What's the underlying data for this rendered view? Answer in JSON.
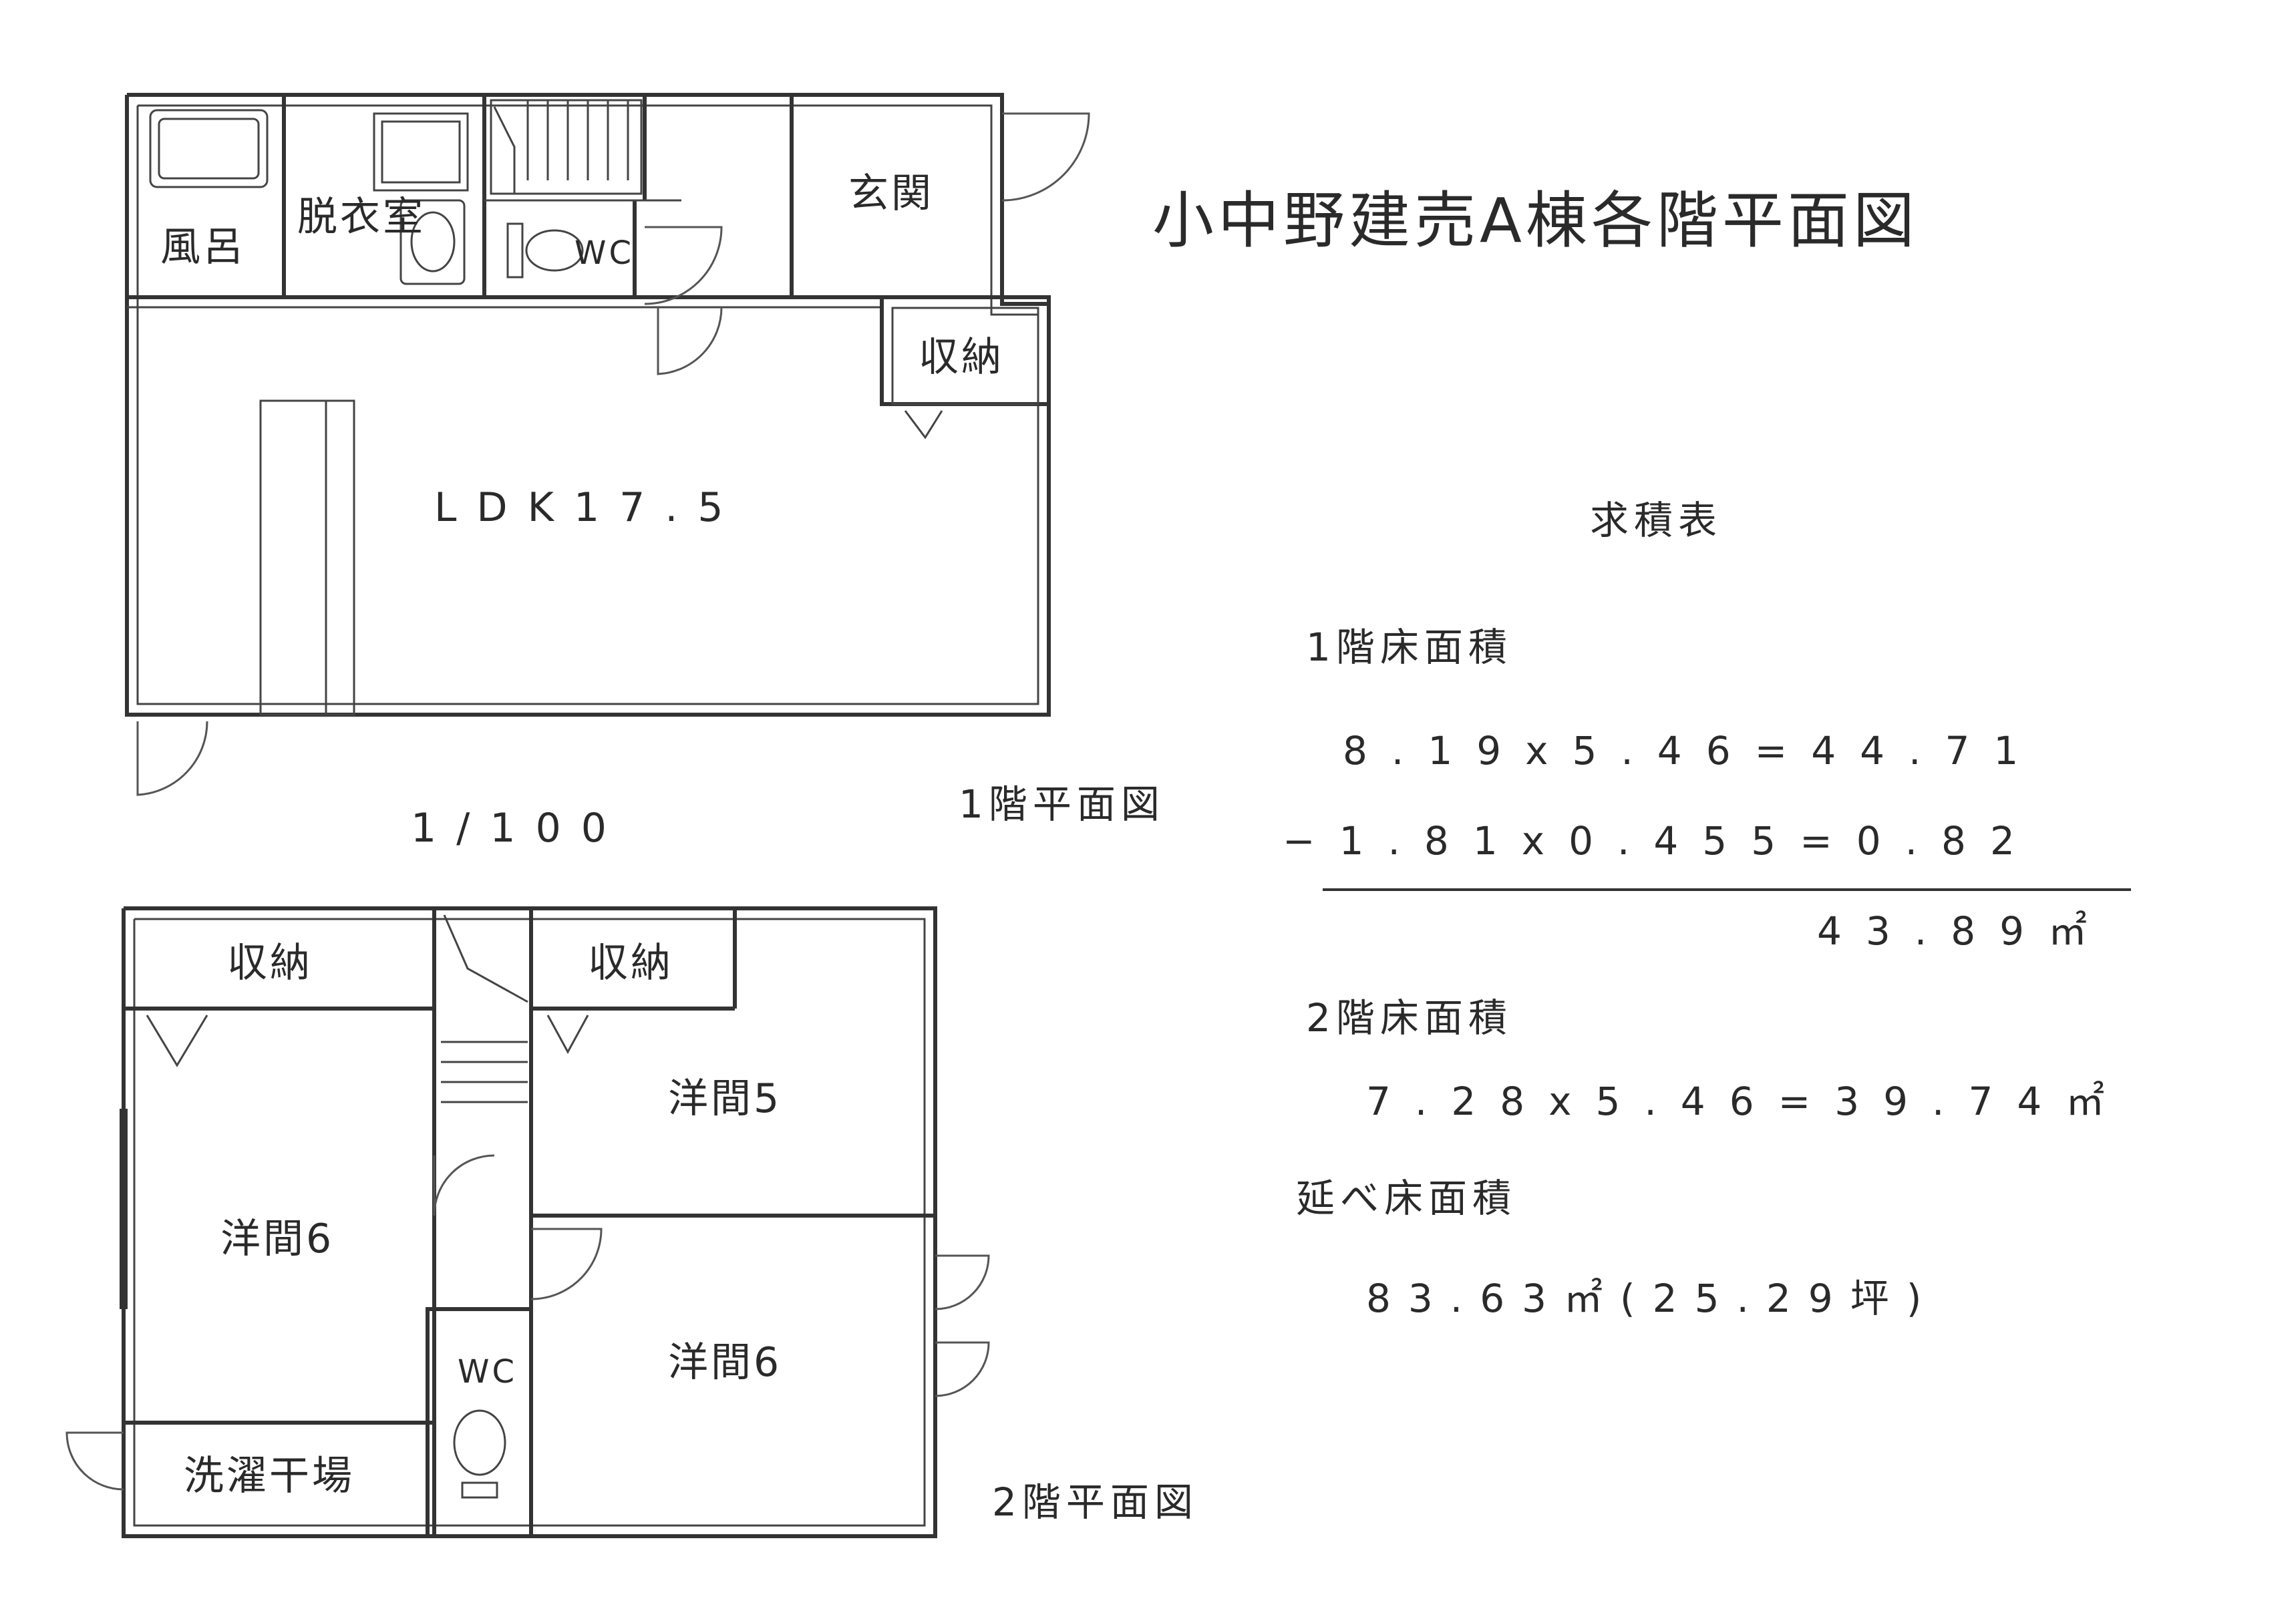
{
  "title": "小中野建売A棟各階平面図",
  "scale": "1/100",
  "floor1": {
    "caption": "1階平面図",
    "rooms": {
      "bath": "風呂",
      "dressing": "脱衣室",
      "wc": "WC",
      "entrance": "玄関",
      "storage": "収納",
      "ldk": "LDK17.5"
    }
  },
  "floor2": {
    "caption": "2階平面図",
    "rooms": {
      "storage_left": "収納",
      "storage_right": "収納",
      "western5": "洋間5",
      "western6_left": "洋間6",
      "western6_right": "洋間6",
      "wc": "WC",
      "laundry": "洗濯干場"
    }
  },
  "area_table": {
    "heading": "求積表",
    "floor1_label": "1階床面積",
    "floor1_line1": "8.19x5.46=44.71",
    "floor1_line2": "−1.81x0.455=0.82",
    "floor1_total": "43.89㎡",
    "floor2_label": "2階床面積",
    "floor2_line": "7.28x5.46=39.74㎡",
    "total_label": "延べ床面積",
    "total_value": "83.63㎡(25.29坪)"
  }
}
